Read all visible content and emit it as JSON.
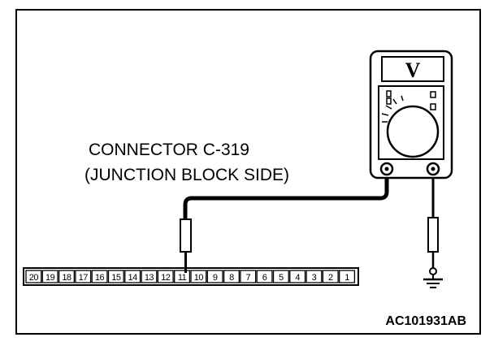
{
  "connector": {
    "label_line1": "CONNECTOR C-319",
    "label_line2": "(JUNCTION BLOCK SIDE)",
    "pins": [
      "20",
      "19",
      "18",
      "17",
      "16",
      "15",
      "14",
      "13",
      "12",
      "11",
      "10",
      "9",
      "8",
      "7",
      "6",
      "5",
      "4",
      "3",
      "2",
      "1"
    ],
    "probed_pin": "11"
  },
  "meter": {
    "unit": "V"
  },
  "figure": {
    "ref_code": "AC101931AB"
  },
  "icons": {
    "ground": "ground-symbol-icon",
    "probe": "test-probe-icon",
    "dial": "selector-dial-icon"
  },
  "colors": {
    "line": "#000000",
    "background": "#ffffff"
  }
}
